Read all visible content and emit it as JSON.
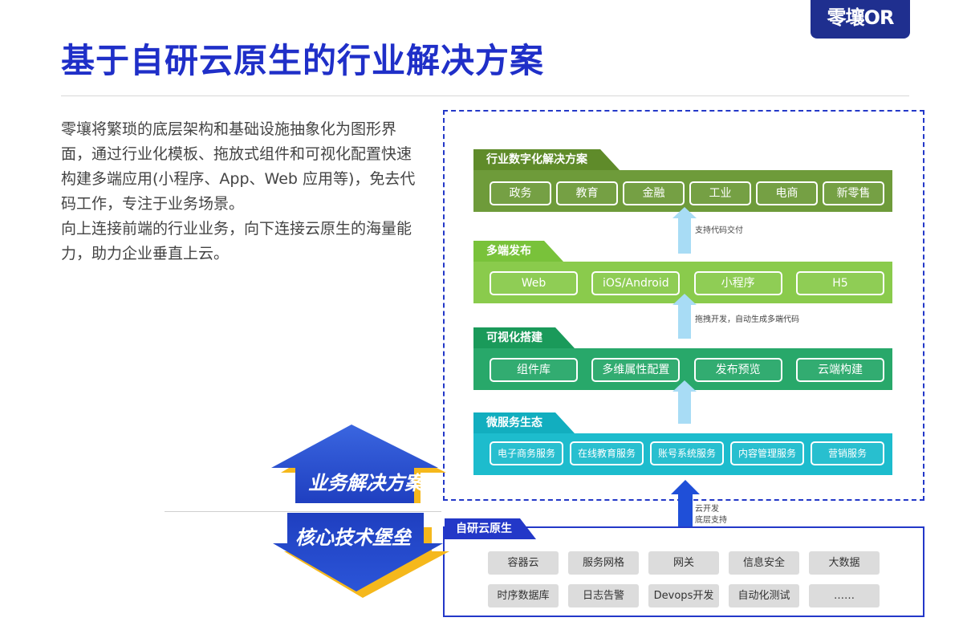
{
  "brand": {
    "logo_text": "零壤OR"
  },
  "page": {
    "title": "基于自研云原生的行业解决方案"
  },
  "description": {
    "paragraphs": [
      "零壤将繁琐的底层架构和基础设施抽象化为图形界面，通过行业化模板、拖放式组件和可视化配置快速构建多端应用(小程序、App、Web 应用等)，免去代码工作，专注于业务场景。",
      "向上连接前端的行业业务，向下连接云原生的海量能力，助力企业垂直上云。"
    ]
  },
  "layers": {
    "industry": {
      "title": "行业数字化解决方案",
      "items": [
        "政务",
        "教育",
        "金融",
        "工业",
        "电商",
        "新零售"
      ]
    },
    "publish": {
      "title": "多端发布",
      "items": [
        "Web",
        "iOS/Android",
        "小程序",
        "H5"
      ]
    },
    "visual": {
      "title": "可视化搭建",
      "items": [
        "组件库",
        "多维属性配置",
        "发布预览",
        "云端构建"
      ]
    },
    "micro": {
      "title": "微服务生态",
      "items": [
        "电子商务服务",
        "在线教育服务",
        "账号系统服务",
        "内容管理服务",
        "营销服务"
      ]
    }
  },
  "arrows": {
    "deliver_note": "支持代码交付",
    "drag_note": "拖拽开发，自动生成多端代码",
    "cloud_note_line1": "云开发",
    "cloud_note_line2": "底层支持"
  },
  "cloud_native": {
    "title": "自研云原生",
    "items": [
      "容器云",
      "服务网格",
      "网关",
      "信息安全",
      "大数据",
      "时序数据库",
      "日志告警",
      "Devops开发",
      "自动化测试",
      "……"
    ]
  },
  "double_arrow": {
    "top_label": "业务解决方案",
    "bottom_label": "核心技术堡垒"
  },
  "colors": {
    "brand_blue": "#1f2fc8",
    "industry_green": "#6e9b3a",
    "publish_green": "#8acb4c",
    "visual_green": "#28a86a",
    "micro_cyan": "#1dbccd",
    "arrow_light_blue": "#a8dcf5",
    "arrow_dark_blue": "#1f4fd8",
    "arrow_yellow": "#f5b81c"
  }
}
